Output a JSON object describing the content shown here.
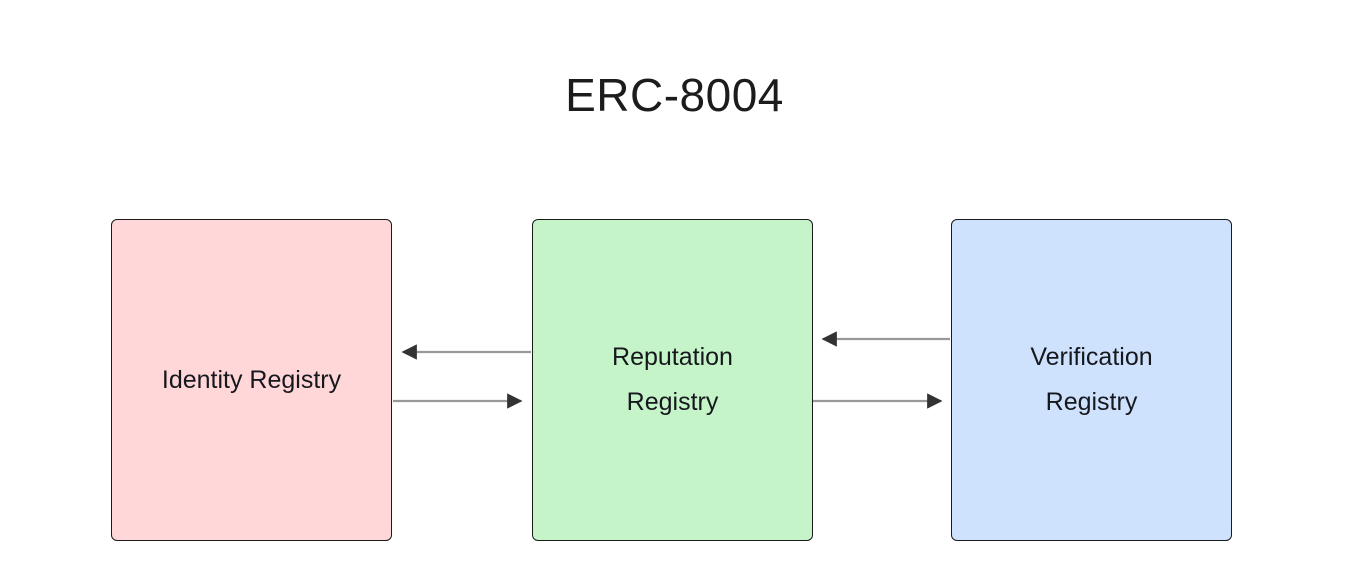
{
  "diagram": {
    "title": "ERC-8004",
    "type": "flowchart",
    "orientation": "left-to-right",
    "background_color": "#ffffff",
    "title_color": "#1c1c1c",
    "nodes": [
      {
        "id": "identity",
        "label": "Identity Registry",
        "fill_color": "#ffd7d9",
        "border_color": "#1b1b1b",
        "text_color": "#16181d",
        "shape": "rounded-rectangle"
      },
      {
        "id": "reputation",
        "label": "Reputation\nRegistry",
        "fill_color": "#c5f4c8",
        "border_color": "#1b1b1b",
        "text_color": "#16181d",
        "shape": "rounded-rectangle"
      },
      {
        "id": "verification",
        "label": "Verification\nRegistry",
        "fill_color": "#cfe2fd",
        "border_color": "#1b1b1b",
        "text_color": "#16181d",
        "shape": "rounded-rectangle"
      }
    ],
    "edges": [
      {
        "id": "reputation-to-identity",
        "from": "reputation",
        "to": "identity",
        "label": "",
        "direction": "left",
        "line_color": "#999999",
        "arrow_color": "#333333"
      },
      {
        "id": "identity-to-reputation",
        "from": "identity",
        "to": "reputation",
        "label": "",
        "direction": "right",
        "line_color": "#999999",
        "arrow_color": "#333333"
      },
      {
        "id": "verification-to-reputation",
        "from": "verification",
        "to": "reputation",
        "label": "",
        "direction": "left",
        "line_color": "#999999",
        "arrow_color": "#333333"
      },
      {
        "id": "reputation-to-verification",
        "from": "reputation",
        "to": "verification",
        "label": "",
        "direction": "right",
        "line_color": "#999999",
        "arrow_color": "#333333"
      }
    ]
  }
}
